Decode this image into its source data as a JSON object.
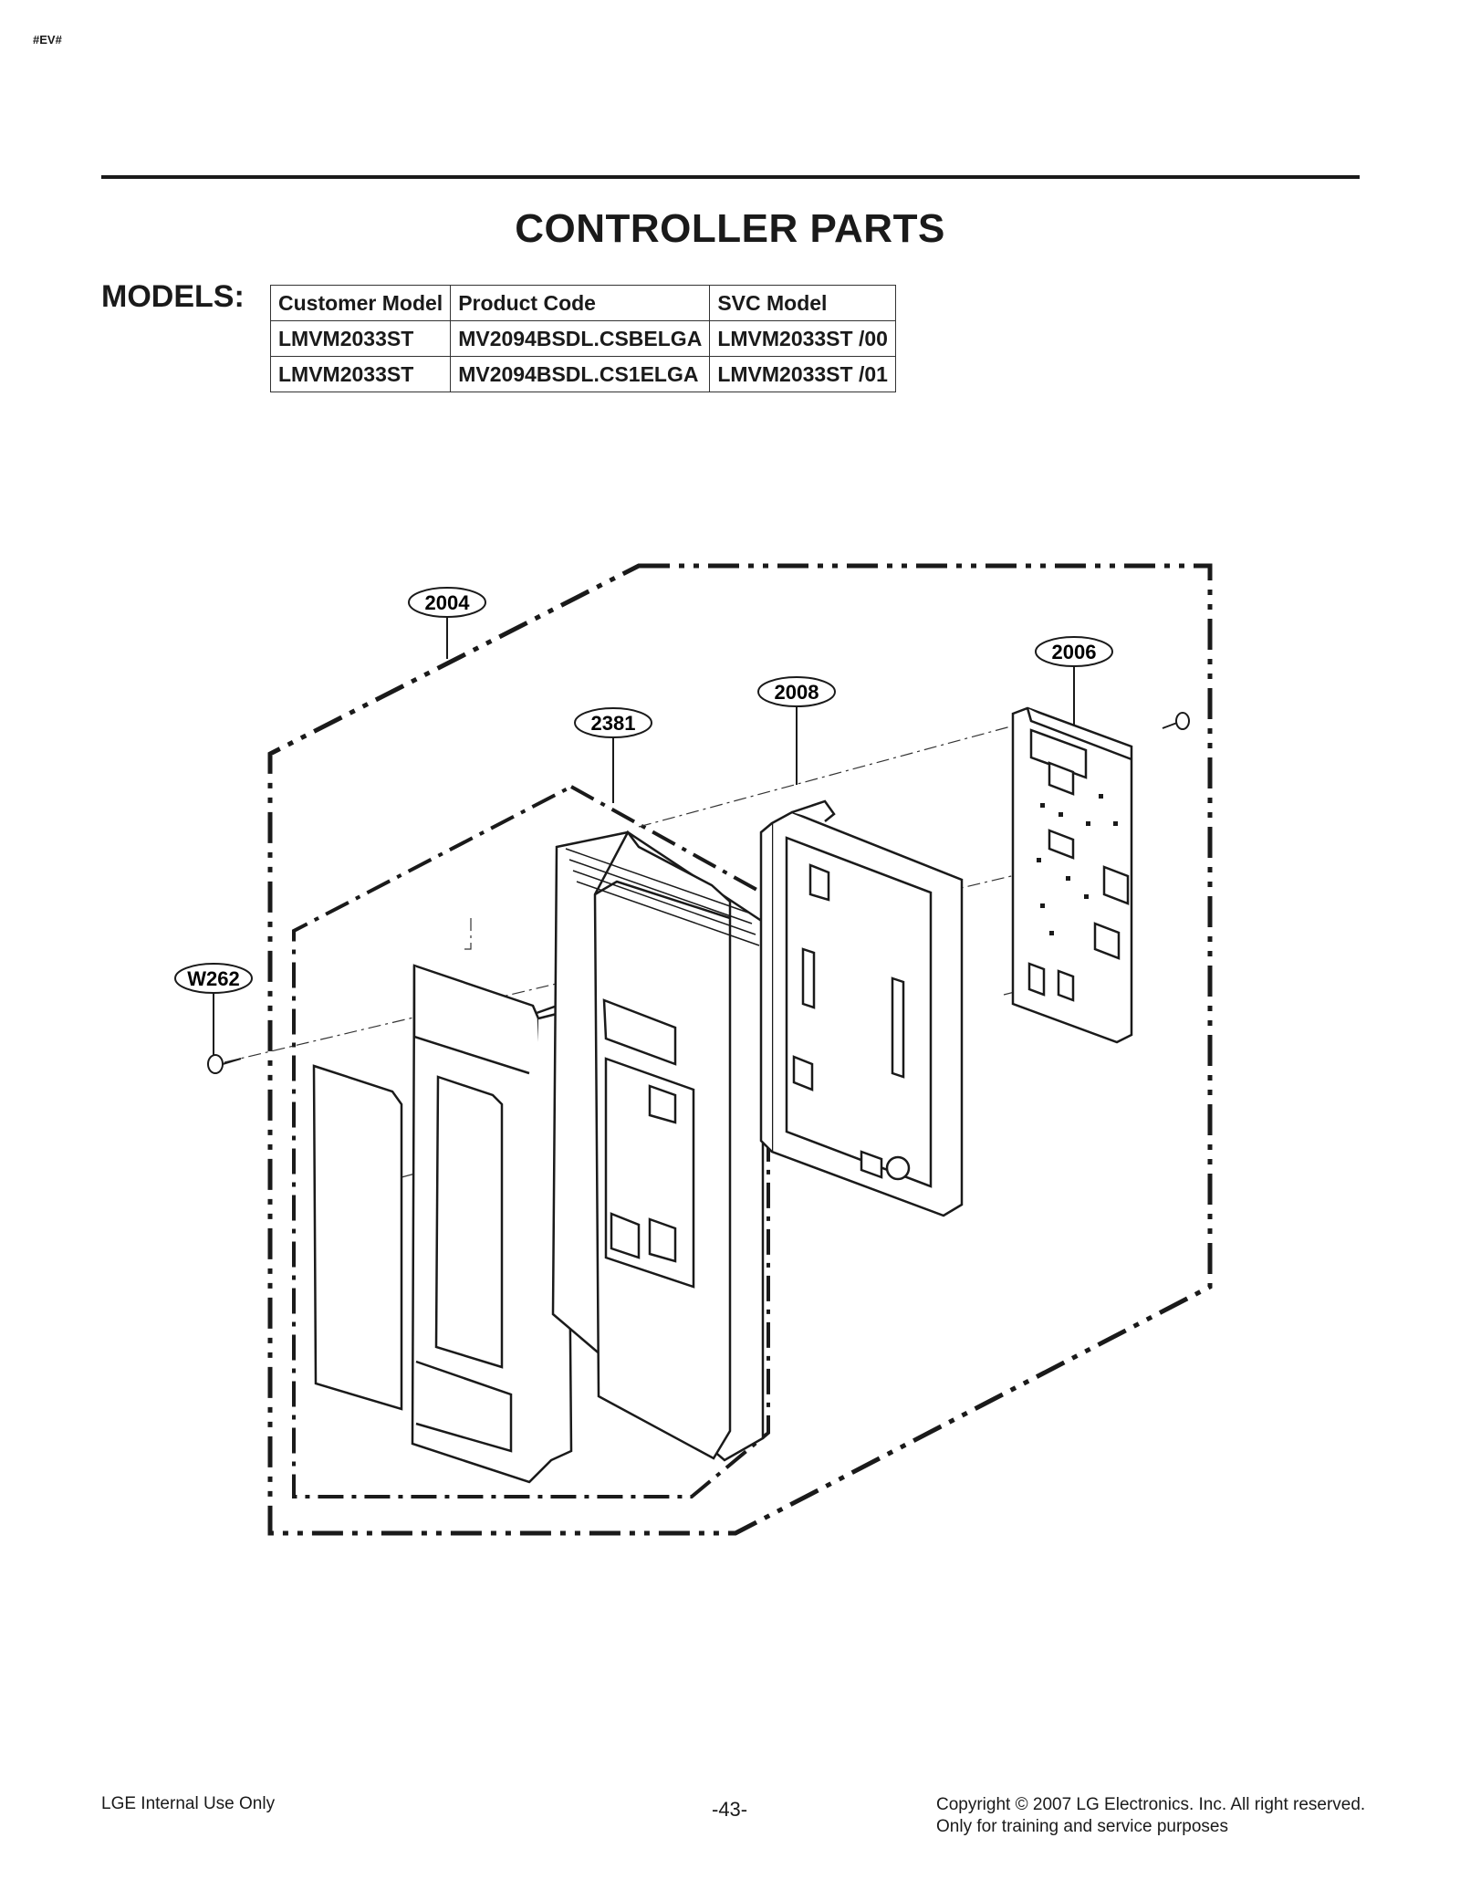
{
  "header": {
    "tag": "#EV#",
    "title": "CONTROLLER PARTS"
  },
  "models": {
    "label": "MODELS:",
    "columns": [
      "Customer Model",
      "Product Code",
      "SVC Model"
    ],
    "rows": [
      [
        "LMVM2033ST",
        "MV2094BSDL.CSBELGA",
        "LMVM2033ST /00"
      ],
      [
        "LMVM2033ST",
        "MV2094BSDL.CS1ELGA",
        "LMVM2033ST /01"
      ]
    ]
  },
  "callouts": {
    "p2004": "2004",
    "p2006": "2006",
    "p2008": "2008",
    "p2381": "2381",
    "w262": "W262"
  },
  "footer": {
    "left": "LGE Internal Use Only",
    "page": "-43-",
    "copyright": "Copyright © 2007 LG Electronics. Inc. All right reserved.",
    "note": "Only for training and service purposes"
  }
}
